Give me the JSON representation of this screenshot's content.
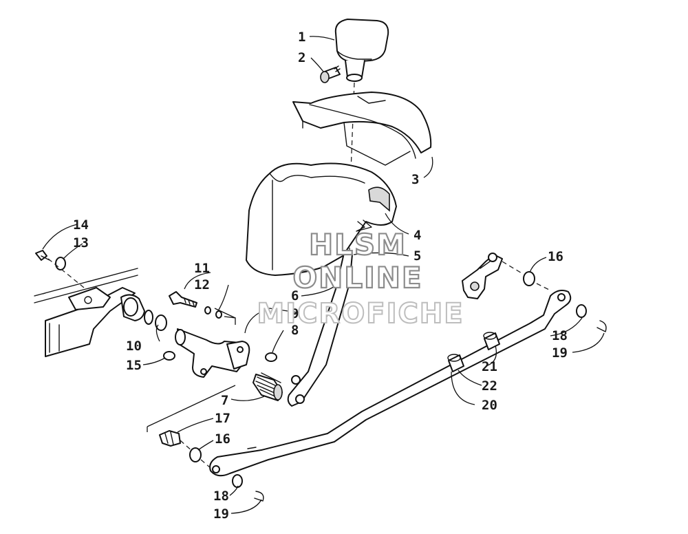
{
  "callouts": {
    "c1": "1",
    "c2": "2",
    "c3": "3",
    "c4": "4",
    "c5": "5",
    "c6": "6",
    "c7": "7",
    "c8": "8",
    "c9": "9",
    "c10": "10",
    "c11": "11",
    "c12": "12",
    "c13": "13",
    "c14": "14",
    "c15": "15",
    "c16a": "16",
    "c16b": "16",
    "c17": "17",
    "c18a": "18",
    "c18b": "18",
    "c19a": "19",
    "c19b": "19",
    "c20": "20",
    "c21": "21",
    "c22": "22"
  },
  "watermark": {
    "line1": "HLSM",
    "line2": "ONLINE",
    "line3": "MICROFICHE"
  },
  "colors": {
    "ink": "#111111",
    "watermark": "#9a9a9a",
    "background": "#ffffff"
  }
}
